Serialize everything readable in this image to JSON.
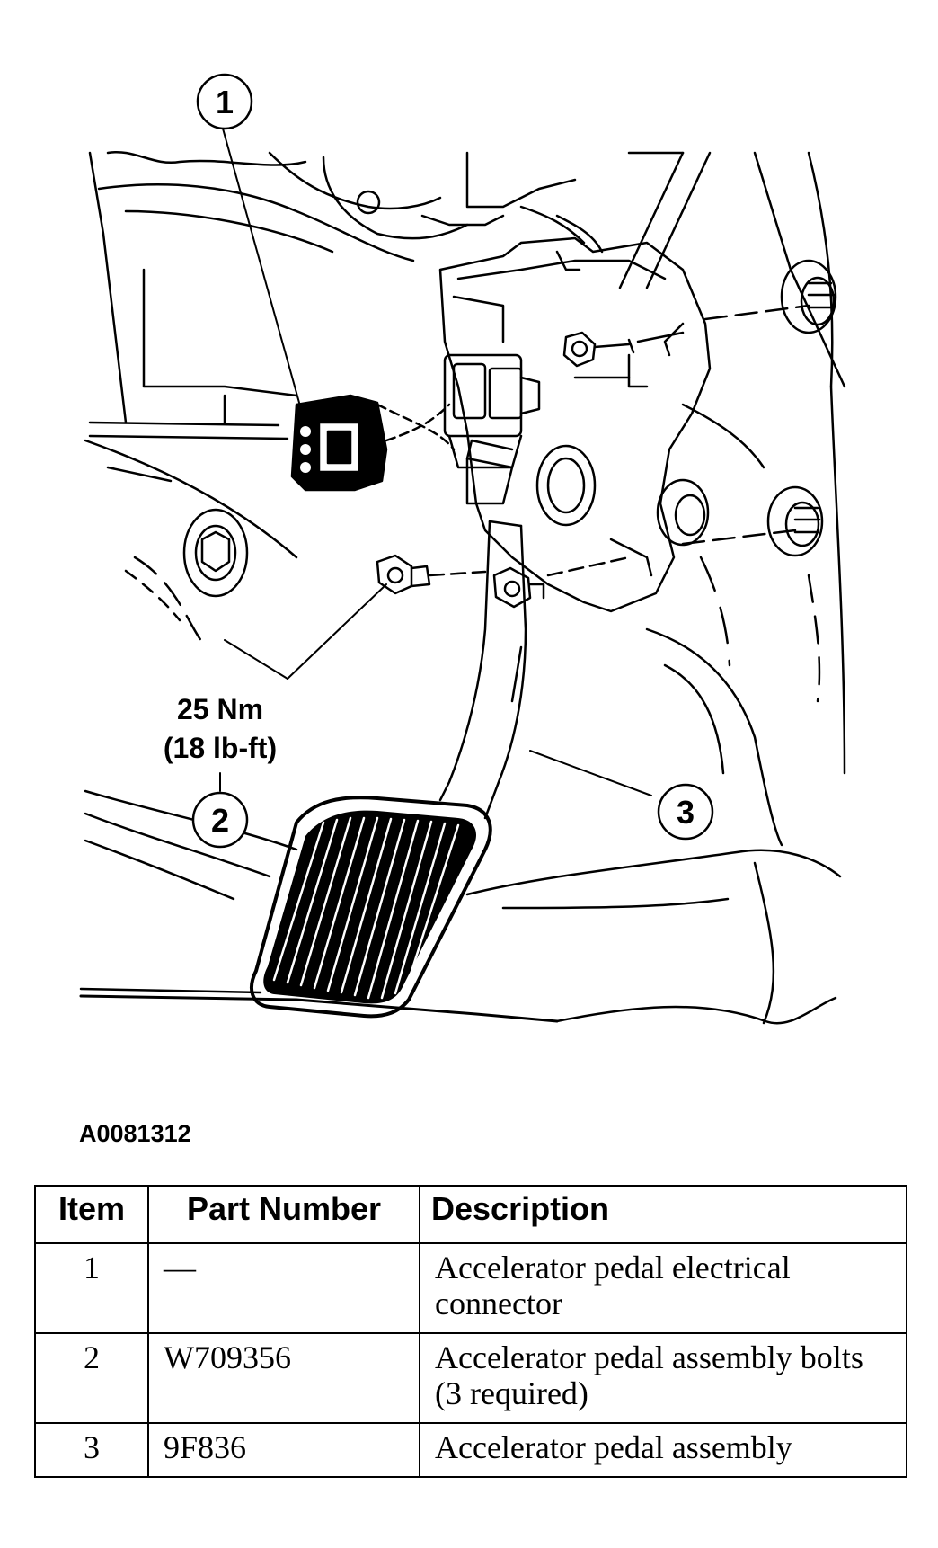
{
  "callouts": [
    "1",
    "2",
    "3"
  ],
  "torque": {
    "metric": "25 Nm",
    "imperial": "(18 lb-ft)"
  },
  "figure_id": "A0081312",
  "table": {
    "headers": [
      "Item",
      "Part Number",
      "Description"
    ],
    "rows": [
      {
        "item": "1",
        "part_number": "—",
        "description": "Accelerator pedal electrical connector"
      },
      {
        "item": "2",
        "part_number": "W709356",
        "description": "Accelerator pedal assembly bolts (3 required)"
      },
      {
        "item": "3",
        "part_number": "9F836",
        "description": "Accelerator pedal assembly"
      }
    ]
  }
}
